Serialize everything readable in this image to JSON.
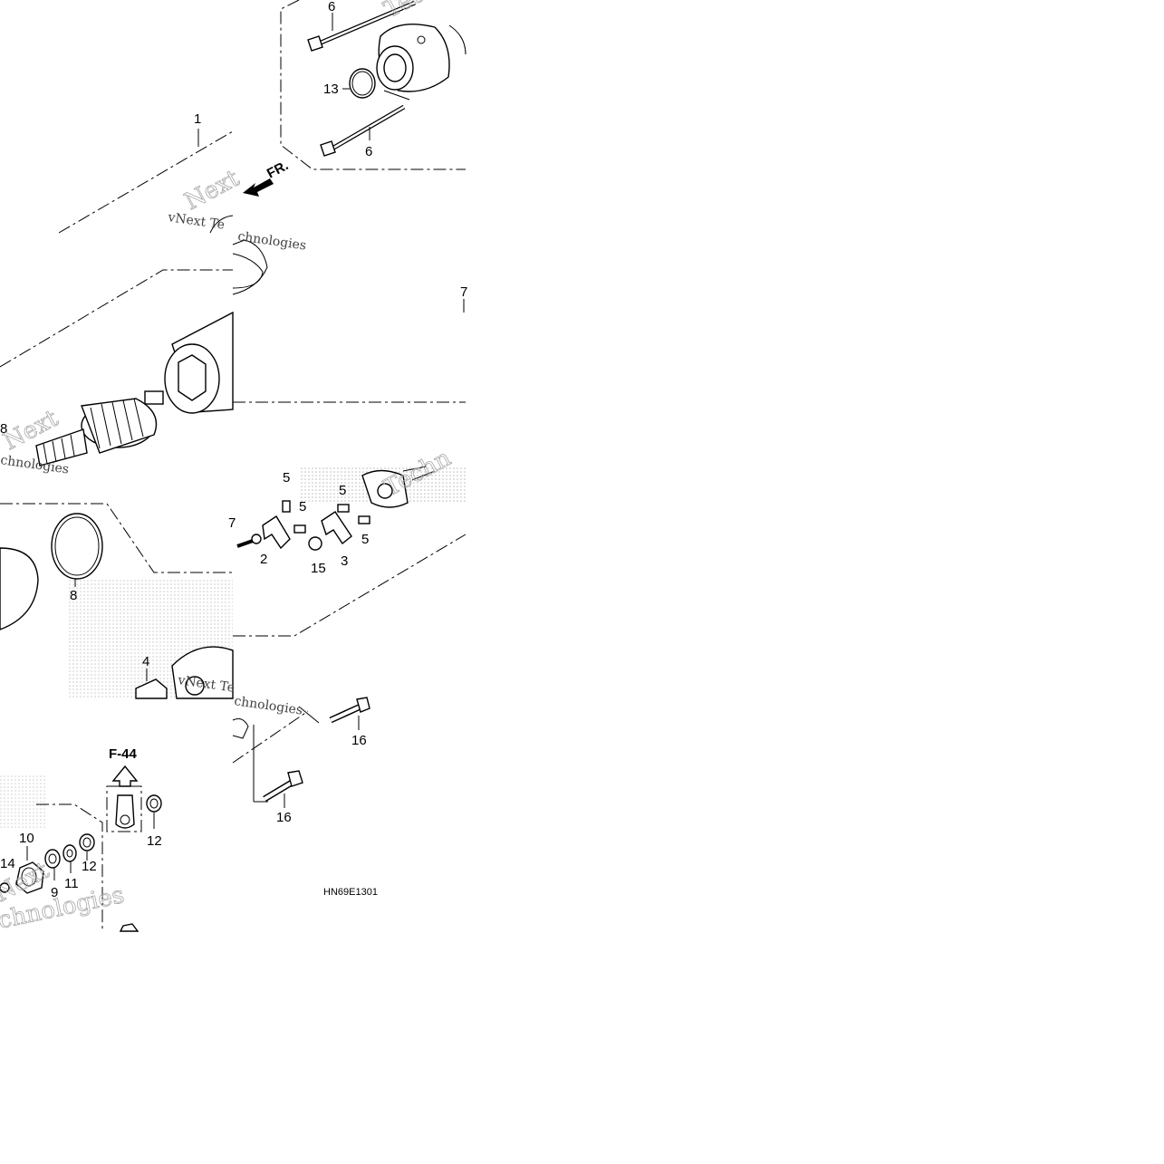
{
  "callouts": {
    "c1": "1",
    "c2": "2",
    "c3": "3",
    "c4": "4",
    "c5a": "5",
    "c5b": "5",
    "c5c": "5",
    "c5d": "5",
    "c6a": "6",
    "c6b": "6",
    "c7a": "7",
    "c7b": "7",
    "c8a": "8",
    "c8b": "8",
    "c9": "9",
    "c10": "10",
    "c11": "11",
    "c12a": "12",
    "c12b": "12",
    "c13": "13",
    "c14": "14",
    "c15": "15",
    "c16a": "16",
    "c16b": "16"
  },
  "markers": {
    "front": "FR.",
    "ref_page": "F-44"
  },
  "diagram_code": "HN69E1301",
  "watermarks": {
    "brand": "vNext Technologies",
    "part_a": "vNext Te",
    "part_b": "chnologies",
    "part_c": "Techn",
    "part_d": "Next"
  },
  "colors": {
    "ink": "#000000",
    "paper": "#ffffff",
    "watermark": "#a8a8a8",
    "stipple": "#c8c8c8"
  }
}
